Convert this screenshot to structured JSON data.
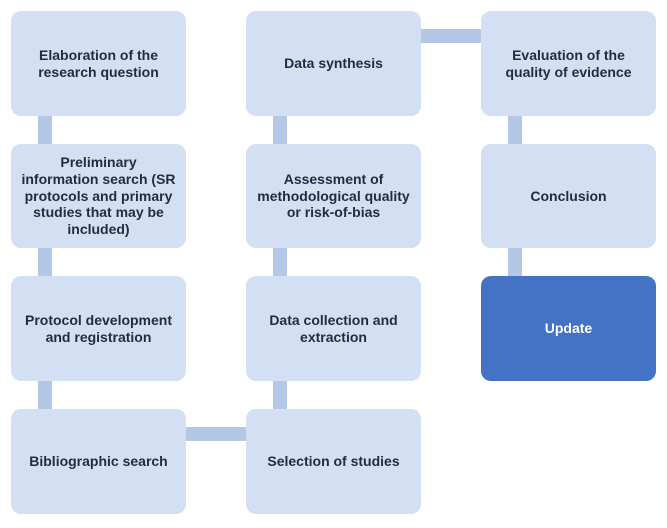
{
  "diagram": {
    "boxes": {
      "elaboration": "Elaboration of the research question",
      "preliminary_search": "Preliminary information search (SR protocols and primary studies that may be included)",
      "protocol": "Protocol development and registration",
      "bibliographic_search": "Bibliographic search",
      "selection": "Selection of studies",
      "data_collection": "Data collection and extraction",
      "assessment": "Assessment of methodological quality or risk-of-bias",
      "data_synthesis": "Data synthesis",
      "evaluation": "Evaluation of the quality of evidence",
      "conclusion": "Conclusion",
      "update": "Update"
    },
    "colors": {
      "box_fill": "#d3e0f3",
      "connector": "#b4c7e7",
      "highlight_fill": "#4472c4"
    }
  }
}
